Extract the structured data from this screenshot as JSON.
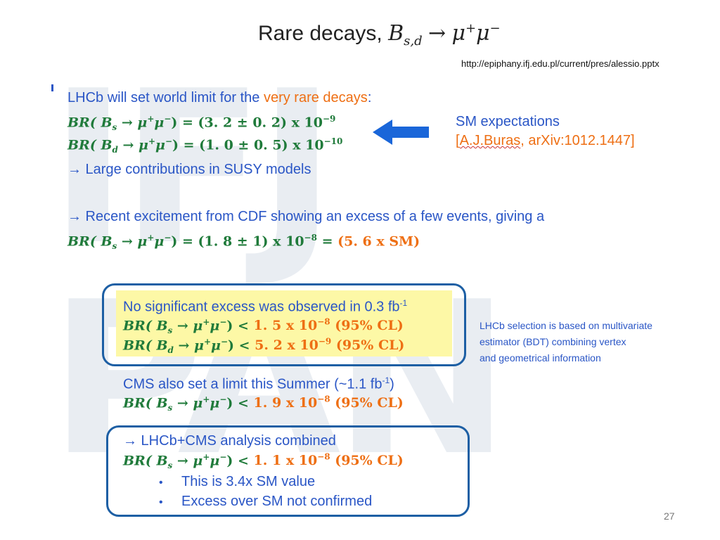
{
  "slide": {
    "title_text": "Rare decays,",
    "title_math": "B",
    "title_math_sub": "s,d",
    "title_arrow": "→",
    "title_mu1": "μ",
    "title_mu1_sup": "+",
    "title_mu2": "μ",
    "title_mu2_sup": "−",
    "source_url": "http://epiphany.ifj.edu.pl/current/pres/alessio.pptx",
    "page_number": "27",
    "watermark": "IFJ PAN"
  },
  "intro": {
    "line1_pre": "LHCb will set world limit for the ",
    "line1_highlight": "very rare decays",
    "line1_post": ":",
    "eq1": "BR( B_s → μ⁺μ⁻) = (3.2 ± 0.2) x 10⁻⁹",
    "eq1_parts": {
      "a": "BR( B",
      "sub": "s",
      "b": " → μ",
      "sup1": "+",
      "c": "μ",
      "sup2": "−",
      "d": ") = (3. 2  ± 0. 2) x 10",
      "exp": "−9"
    },
    "eq2_parts": {
      "a": "BR( B",
      "sub": "d",
      "b": " → μ",
      "sup1": "+",
      "c": "μ",
      "sup2": "−",
      "d": ") = (1. 0  ± 0. 5) x 10",
      "exp": "−10"
    },
    "line_susy": "→  Large contributions in SUSY models",
    "sm_label": "SM expectations",
    "sm_ref_open": "[",
    "sm_ref_link": "A.J.Buras",
    "sm_ref_rest": ", arXiv:1012.1447]",
    "line_cdf": "→  Recent excitement from CDF showing an excess of a few events, giving a",
    "eq3_parts": {
      "a": "BR( B",
      "sub": "s",
      "b": " → μ",
      "sup1": "+",
      "c": "μ",
      "sup2": "−",
      "d": ") = (1. 8  ± 1) x 10",
      "exp": "−8",
      "e": " = ",
      "f": "(5. 6 x SM)"
    }
  },
  "lhcb_box": {
    "line1": "No significant excess was observed in 0.3 fb",
    "line1_sup": "-1",
    "eq_bs": {
      "a": "BR( B",
      "sub": "s",
      "b": " → μ",
      "sup1": "+",
      "c": "μ",
      "sup2": "−",
      "d": ") < ",
      "val": "1. 5 x 10",
      "exp": "−8",
      "cl": " (95% CL)"
    },
    "eq_bd": {
      "a": "BR( B",
      "sub": "d",
      "b": " → μ",
      "sup1": "+",
      "c": "μ",
      "sup2": "−",
      "d": ") < ",
      "val": "5. 2 x 10",
      "exp": "−9",
      "cl": " (95% CL)"
    }
  },
  "side_note": {
    "line1": "LHCb selection is based on multivariate",
    "line2": "estimator (BDT) combining vertex",
    "line3": "and geometrical information"
  },
  "cms": {
    "line1": "CMS also set a limit this Summer (~1.1 fb",
    "line1_sup": "-1",
    "line1_end": ")",
    "eq": {
      "a": "BR( B",
      "sub": "s",
      "b": " → μ",
      "sup1": "+",
      "c": "μ",
      "sup2": "−",
      "d": ") < ",
      "val": "1. 9 x 10",
      "exp": "−8",
      "cl": " (95% CL)"
    }
  },
  "combined_box": {
    "line1": "→ LHCb+CMS analysis combined",
    "eq": {
      "a": "BR( B",
      "sub": "s",
      "b": " → μ",
      "sup1": "+",
      "c": "μ",
      "sup2": "−",
      "d": ") < ",
      "val": "1. 1 x 10",
      "exp": "−8",
      "cl": " (95% CL)"
    },
    "bullets": [
      "This is 3.4x SM value",
      "Excess over SM not confirmed"
    ],
    "bullet_char": "•"
  },
  "colors": {
    "blue_text": "#2a56c6",
    "green_eq": "#1f7a3a",
    "orange": "#ee6f14",
    "box_border": "#1d5fa4",
    "highlight": "#fdf8a6",
    "arrow": "#1a66d9"
  }
}
